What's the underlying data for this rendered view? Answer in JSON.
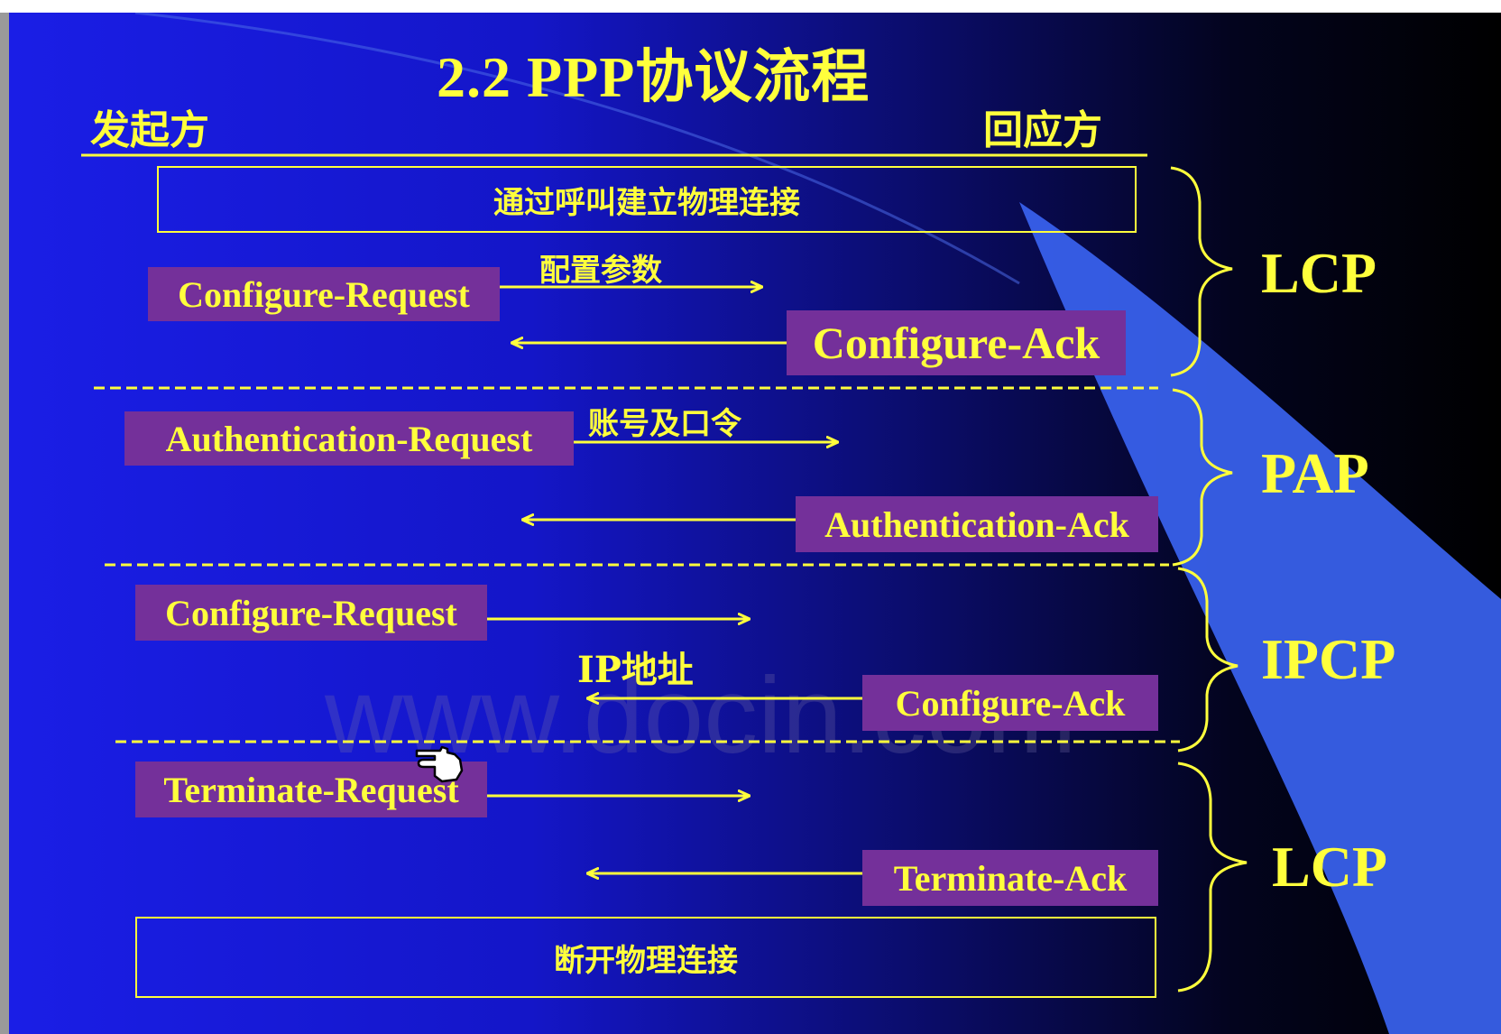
{
  "slide": {
    "title": "2.2 PPP协议流程",
    "initiator_label": "发起方",
    "responder_label": "回应方"
  },
  "physical": {
    "setup": "通过呼叫建立物理连接",
    "teardown": "断开物理连接"
  },
  "messages": {
    "lcp_request": "Configure-Request",
    "lcp_param": "配置参数",
    "lcp_ack": "Configure-Ack",
    "pap_request": "Authentication-Request",
    "pap_param": "账号及口令",
    "pap_ack": "Authentication-Ack",
    "ipcp_request": "Configure-Request",
    "ipcp_param": "IP地址",
    "ipcp_ack": "Configure-Ack",
    "term_request": "Terminate-Request",
    "term_ack": "Terminate-Ack"
  },
  "phases": {
    "lcp_open": "LCP",
    "pap": "PAP",
    "ipcp": "IPCP",
    "lcp_close": "LCP"
  },
  "watermark": "www.docin.com",
  "colors": {
    "text": "#ffff3c",
    "message_box": "#74309a",
    "background_left": "#1a1ee6",
    "background_right": "#000000",
    "swoosh": "#3a63f0"
  }
}
